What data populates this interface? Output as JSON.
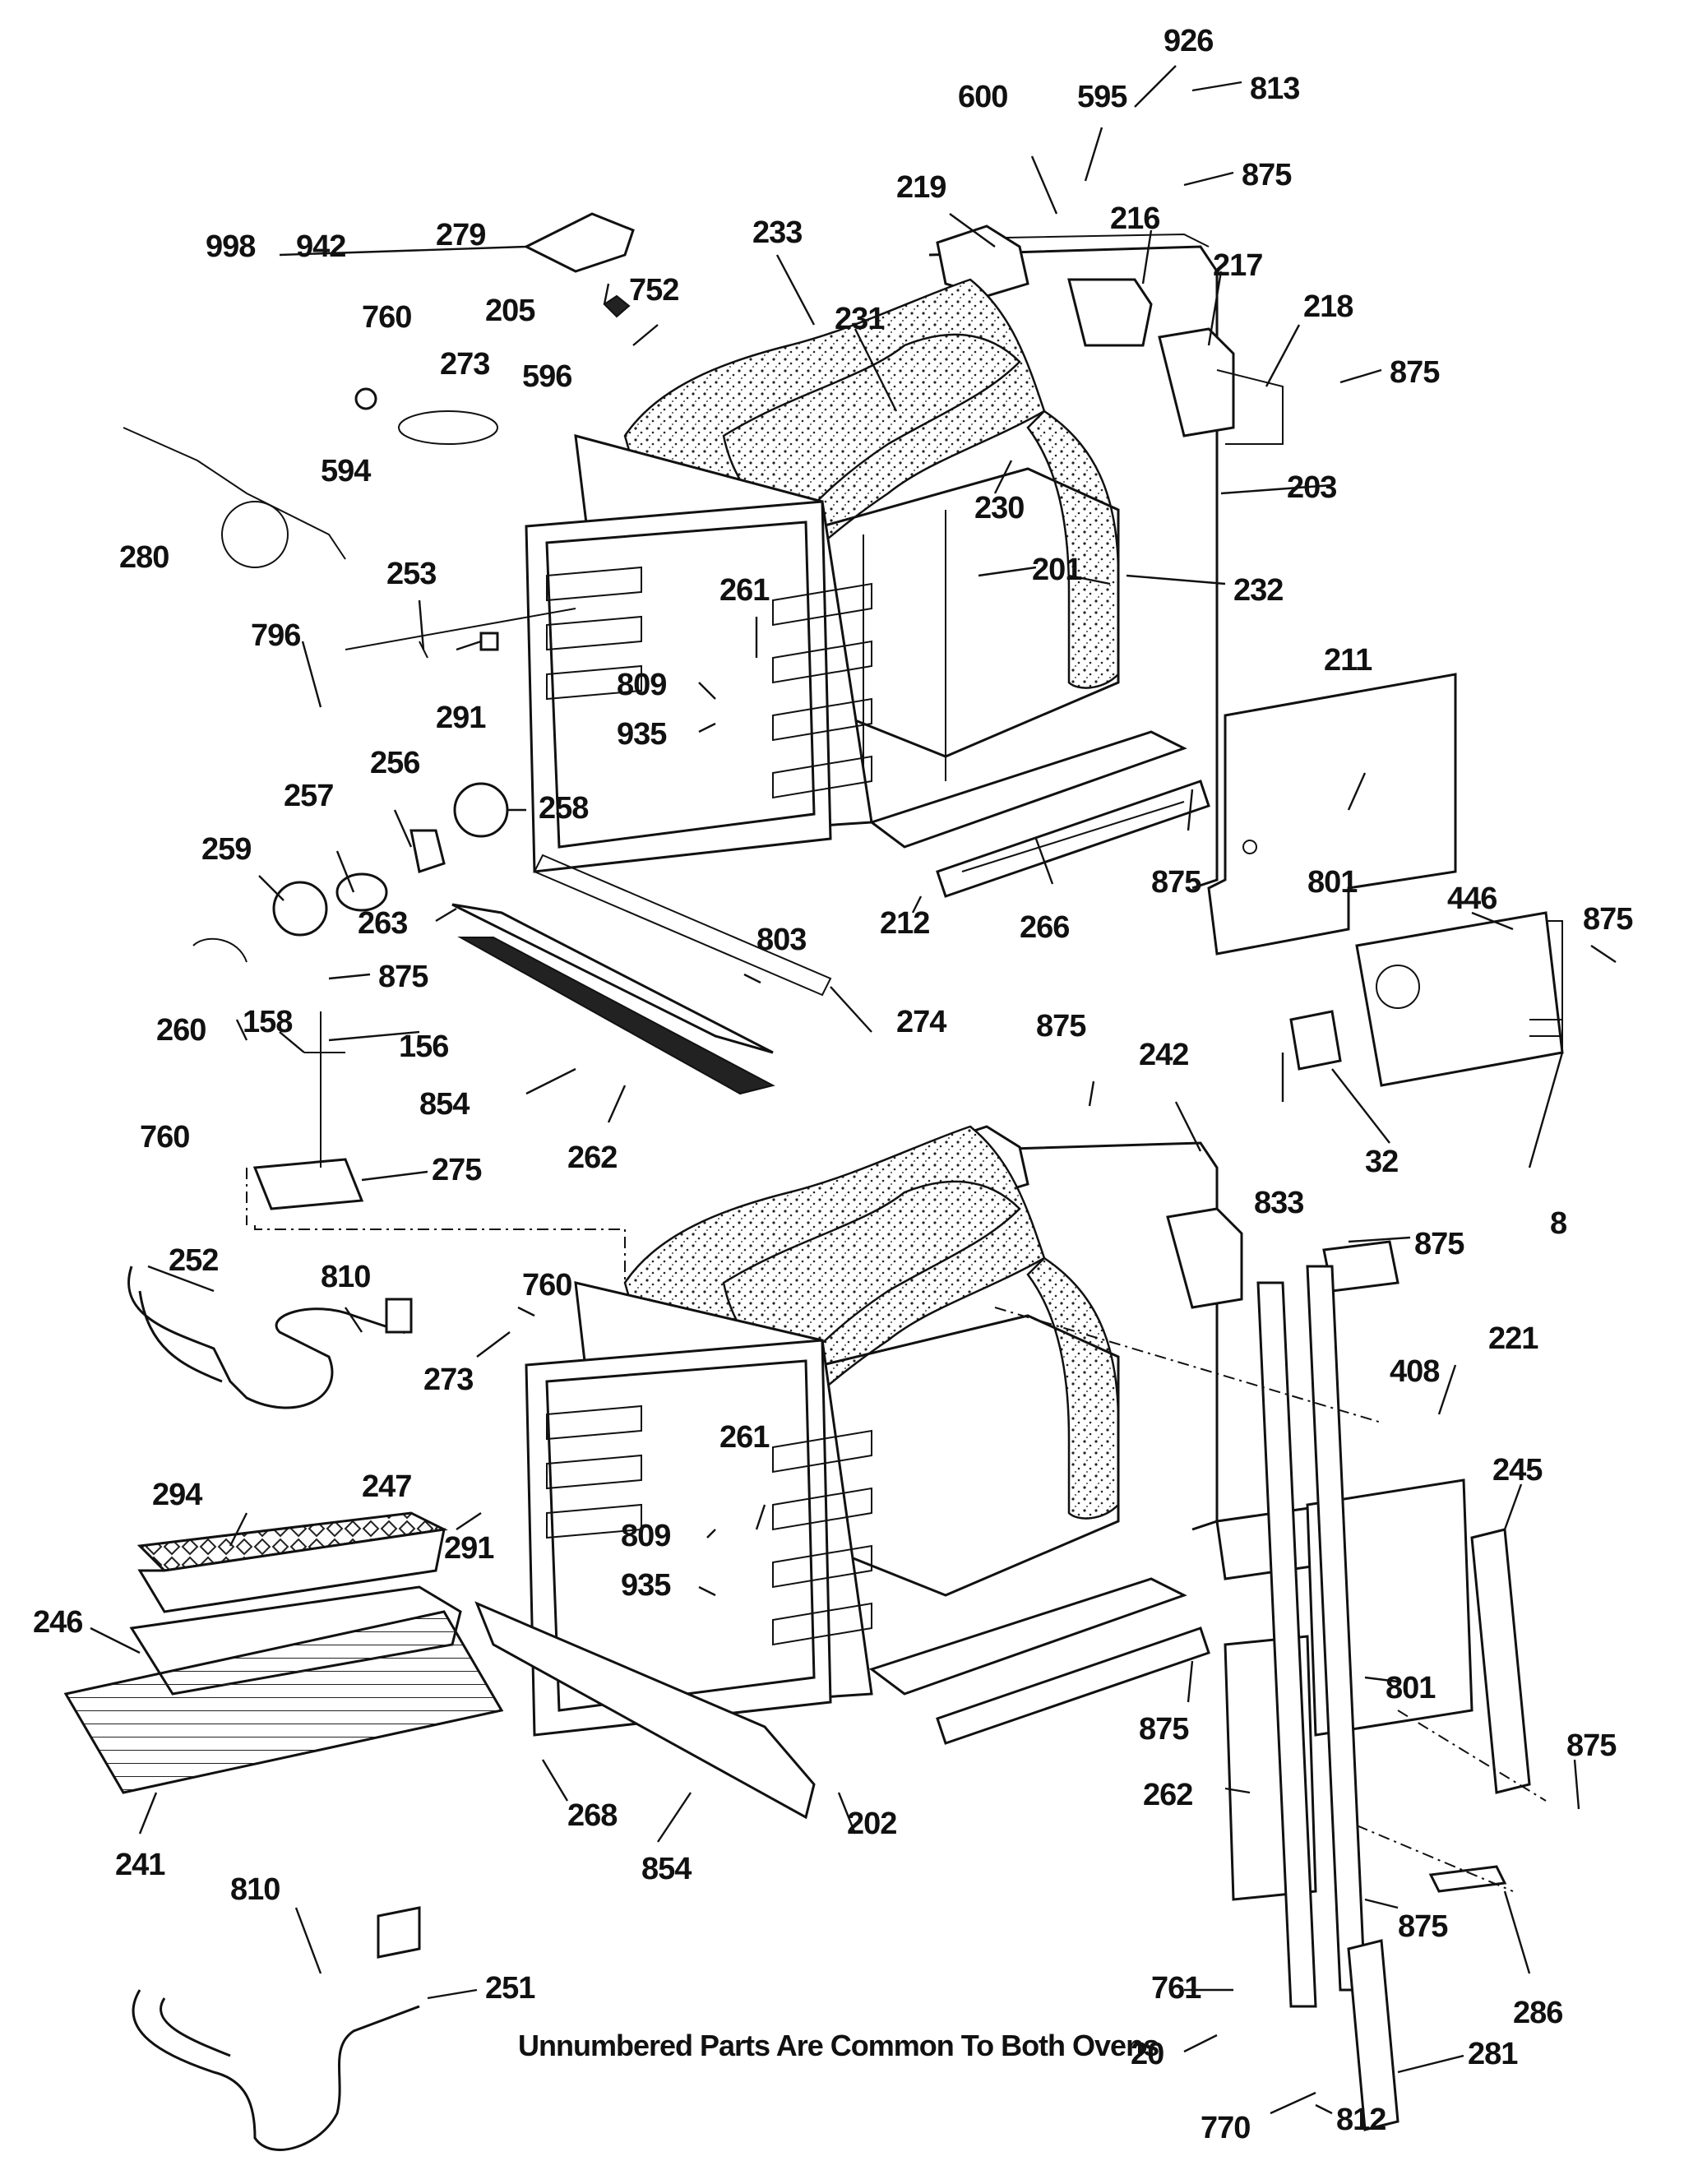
{
  "note": "Unnumbered Parts Are Common To Both Ovens",
  "labels": {
    "p998": "998",
    "p942": "942",
    "p760a": "760",
    "p273a": "273",
    "p596": "596",
    "p594": "594",
    "p280": "280",
    "p279": "279",
    "p205": "205",
    "p752": "752",
    "p233": "233",
    "p231": "231",
    "p230": "230",
    "p219": "219",
    "p600": "600",
    "p595": "595",
    "p926": "926",
    "p813": "813",
    "p875a": "875",
    "p216": "216",
    "p217": "217",
    "p218": "218",
    "p875b": "875",
    "p203": "203",
    "p201": "201",
    "p232": "232",
    "p253": "253",
    "p796": "796",
    "p291a": "291",
    "p261a": "261",
    "p809a": "809",
    "p935a": "935",
    "p211": "211",
    "p801a": "801",
    "p875c": "875",
    "p256": "256",
    "p257": "257",
    "p258": "258",
    "p259": "259",
    "p263": "263",
    "p212": "212",
    "p266": "266",
    "p446": "446",
    "p875d": "875",
    "p803": "803",
    "p274": "274",
    "p260": "260",
    "p875e": "875",
    "p158": "158",
    "p156": "156",
    "p854a": "854",
    "p262a": "262",
    "p875f": "875",
    "p242": "242",
    "p32": "32",
    "p833": "833",
    "p8": "8",
    "p760b": "760",
    "p275": "275",
    "p875g": "875",
    "p252": "252",
    "p810a": "810",
    "p760c": "760",
    "p273b": "273",
    "p408": "408",
    "p221": "221",
    "p294": "294",
    "p247": "247",
    "p291b": "291",
    "p261b": "261",
    "p245": "245",
    "p809b": "809",
    "p935b": "935",
    "p246": "246",
    "p801b": "801",
    "p875h": "875",
    "p875i": "875",
    "p268": "268",
    "p202": "202",
    "p262b": "262",
    "p241": "241",
    "p854b": "854",
    "p875j": "875",
    "p810b": "810",
    "p251": "251",
    "p761": "761",
    "p286b": "286",
    "p20": "20",
    "p281": "281",
    "p770": "770",
    "p812": "812"
  }
}
